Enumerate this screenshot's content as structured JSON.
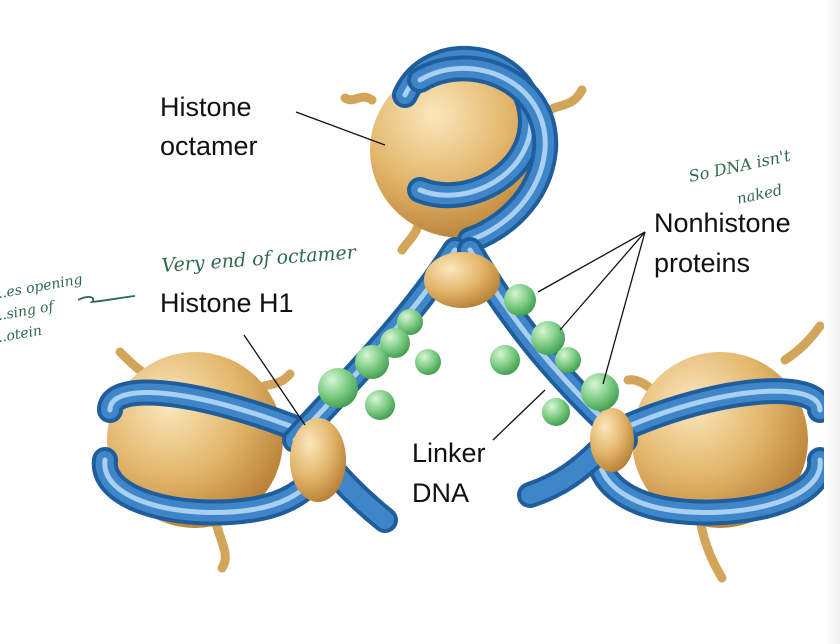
{
  "labels": {
    "histone_octamer_line1": "Histone",
    "histone_octamer_line2": "octamer",
    "histone_h1": "Histone H1",
    "nonhistone_line1": "Nonhistone",
    "nonhistone_line2": "proteins",
    "linker_line1": "Linker",
    "linker_line2": "DNA"
  },
  "annotations": {
    "very_end": "Very end of octamer",
    "not_naked_line1": "So DNA isn't",
    "not_naked_line2": "naked",
    "left_line1": "...es opening",
    "left_line2": "...sing of",
    "left_line3": "...otein"
  },
  "colors": {
    "histone": "#e2b56a",
    "histone_shadow": "#c99447",
    "dna_dark": "#1f5d9c",
    "dna_mid": "#3f86c9",
    "dna_light": "#a9d0f0",
    "nonhistone": "#74c77e",
    "handwriting": "#2e6b4a"
  }
}
